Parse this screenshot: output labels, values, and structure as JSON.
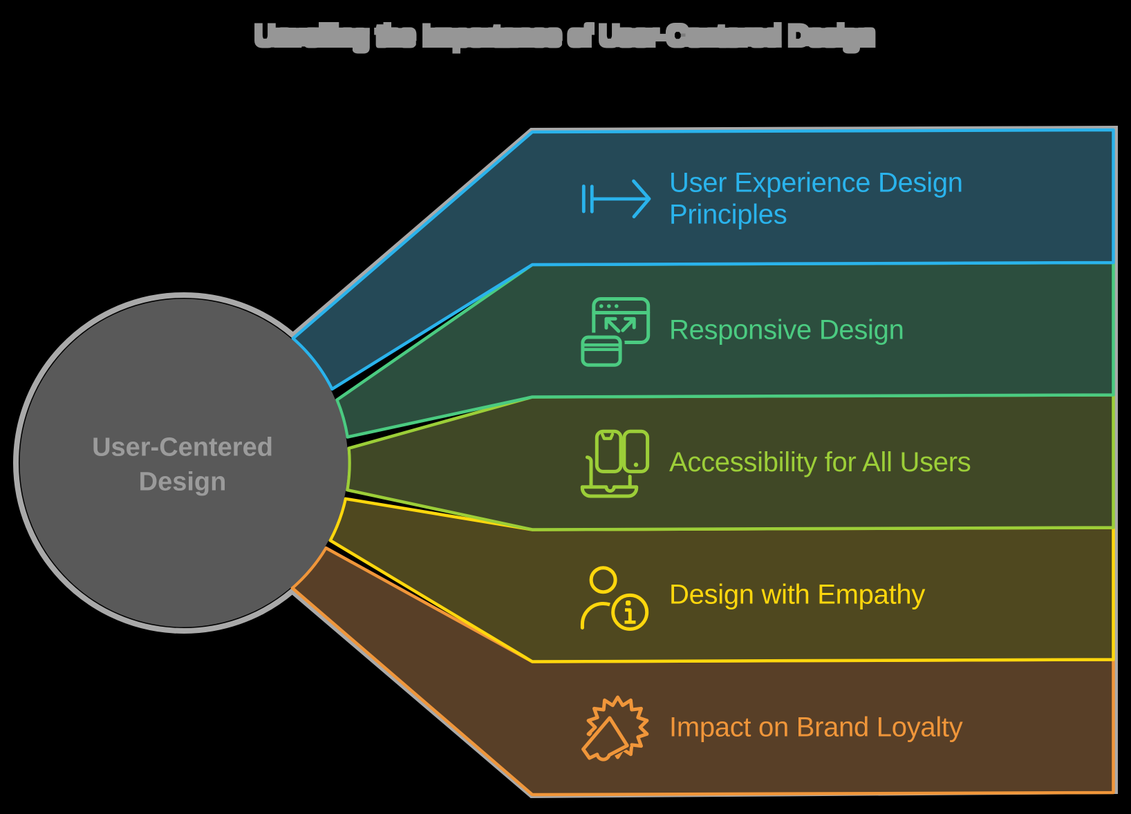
{
  "title": {
    "text": "Unveiling the Importance of User-Centered Design",
    "color": "#969696"
  },
  "background_color": "#000000",
  "outline_color": "#A9A9A9",
  "center_node": {
    "lines": [
      "User-Centered",
      "Design"
    ],
    "label": "User-Centered Design",
    "fill": "#595959",
    "text_color": "#9B9B9B"
  },
  "branches": [
    {
      "label": "User Experience Design Principles",
      "lines": [
        "User Experience Design",
        "Principles"
      ],
      "icon": "skip-arrow-icon",
      "accent": "#2AB3EC",
      "fill": "#254957"
    },
    {
      "label": "Responsive Design",
      "lines": [
        "Responsive Design"
      ],
      "icon": "responsive-layout-icon",
      "accent": "#4BCB81",
      "fill": "#2C4E3E"
    },
    {
      "label": "Accessibility for All Users",
      "lines": [
        "Accessibility for All Users"
      ],
      "icon": "devices-icon",
      "accent": "#9CCE38",
      "fill": "#404826"
    },
    {
      "label": "Design with Empathy",
      "lines": [
        "Design with Empathy"
      ],
      "icon": "person-info-icon",
      "accent": "#FFD70D",
      "fill": "#4F481F"
    },
    {
      "label": "Impact on Brand Loyalty",
      "lines": [
        "Impact on Brand Loyalty"
      ],
      "icon": "megaphone-badge-icon",
      "accent": "#F0963A",
      "fill": "#583F27"
    }
  ]
}
